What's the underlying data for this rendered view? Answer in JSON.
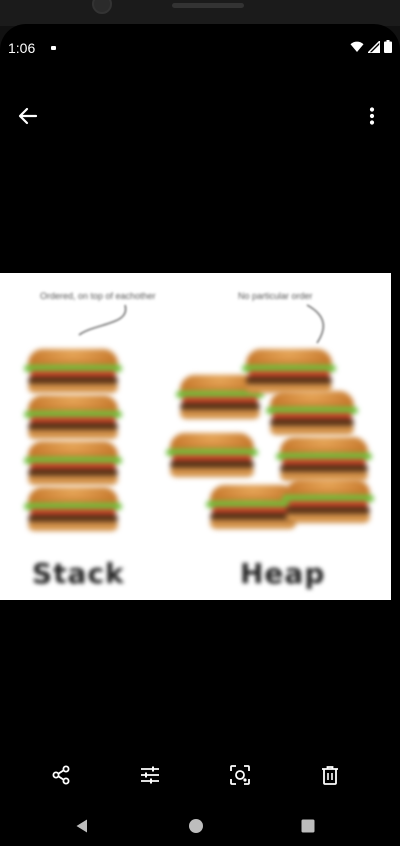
{
  "status_bar": {
    "time": "1:06",
    "icons": [
      "notification-dot",
      "wifi-icon",
      "signal-icon",
      "battery-icon"
    ]
  },
  "app_bar": {
    "back_icon": "arrow-left-icon",
    "more_icon": "more-vertical-icon"
  },
  "photo": {
    "left_caption": "Ordered, on top of eachother",
    "right_caption": "No particular order",
    "left_label": "Stack",
    "right_label": "Heap"
  },
  "toolbar": {
    "items": [
      {
        "icon": "share-icon"
      },
      {
        "icon": "edit-sliders-icon"
      },
      {
        "icon": "lens-icon"
      },
      {
        "icon": "trash-icon"
      }
    ]
  },
  "nav_bar": {
    "items": [
      "back-triangle-icon",
      "home-circle-icon",
      "recents-square-icon"
    ]
  }
}
